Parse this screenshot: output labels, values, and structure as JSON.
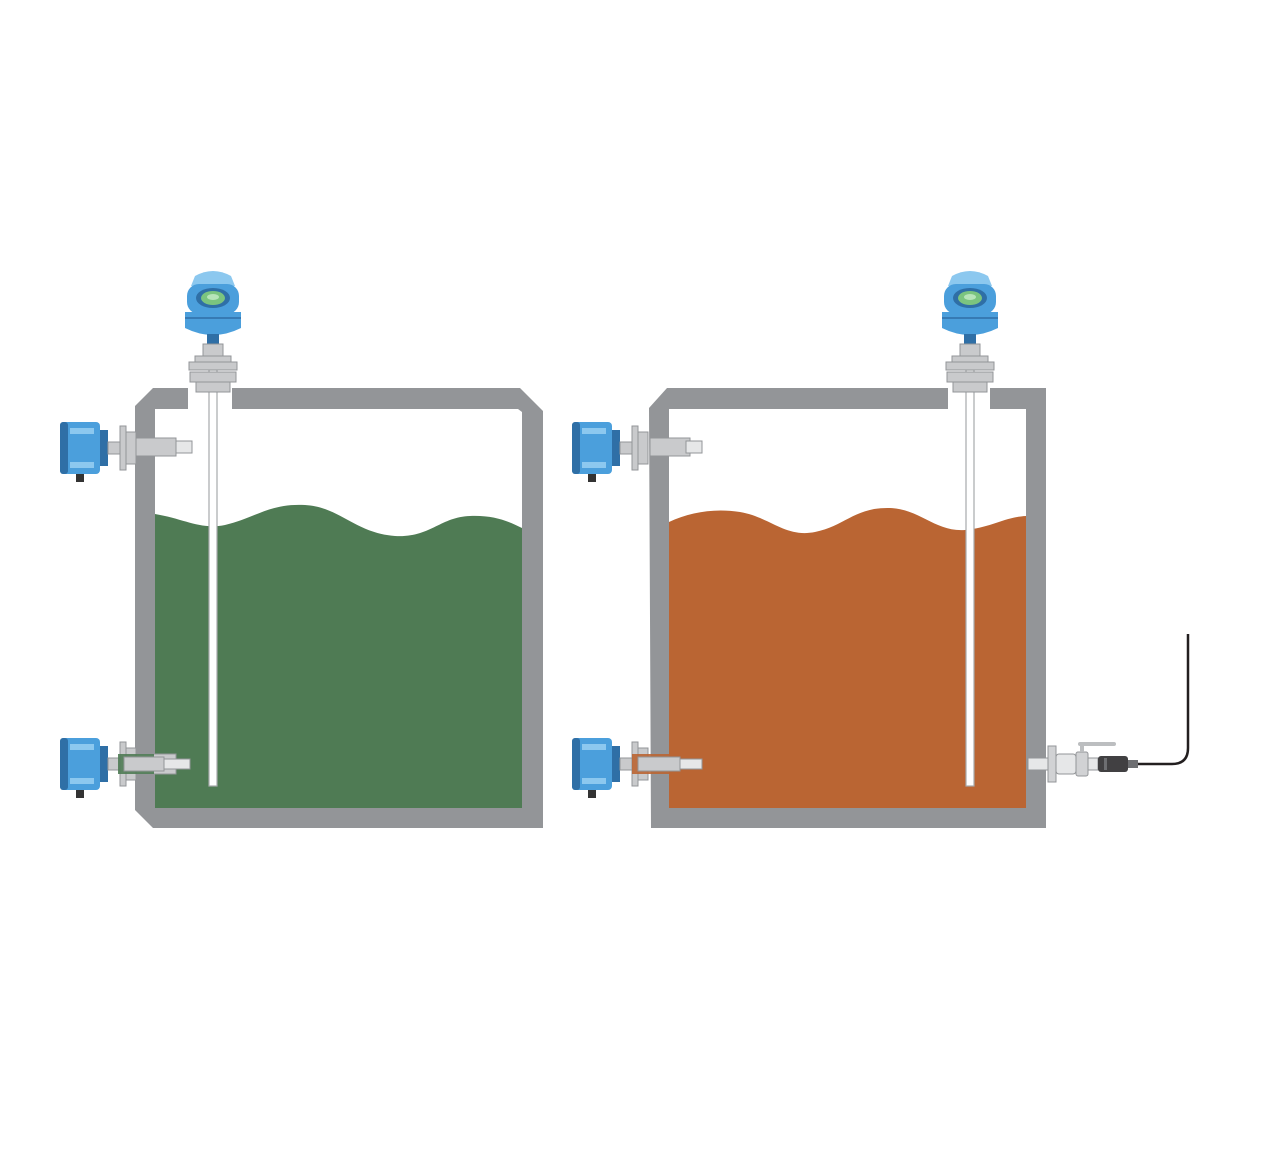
{
  "colors": {
    "background": "#ffffff",
    "tank_wall": "#939598",
    "tank_wall_light": "#b8babc",
    "liquid_left": "#4f7b54",
    "liquid_right": "#ba6533",
    "transmitter_blue": "#4b9fdc",
    "transmitter_blue_dark": "#2f6fa6",
    "transmitter_blue_light": "#8cc8ef",
    "display_green": "#7bc47f",
    "probe": "#ffffff",
    "probe_outline": "#a7a9ac",
    "cable": "#231f20"
  },
  "tanks": [
    {
      "id": "left",
      "liquid": "green",
      "instruments": [
        "guided-wave-radar",
        "level-switch-high",
        "level-switch-low"
      ]
    },
    {
      "id": "right",
      "liquid": "orange",
      "instruments": [
        "guided-wave-radar",
        "level-switch-high",
        "level-switch-low",
        "pressure-transmitter"
      ]
    }
  ],
  "icons": [
    "transmitter-icon",
    "level-switch-icon",
    "pressure-sensor-icon",
    "valve-icon"
  ]
}
